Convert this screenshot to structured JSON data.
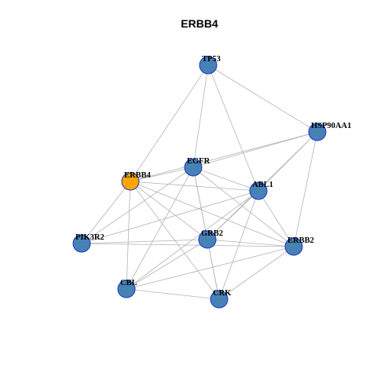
{
  "title": "ERBB4",
  "colors": {
    "node_default": "#4682b4",
    "node_highlight": "#ffa500",
    "node_border": "#1a35c8",
    "edge": "#b3b3b3"
  },
  "nodes": [
    {
      "id": "TP53",
      "label": "TP53",
      "highlight": false
    },
    {
      "id": "HSP90AA1",
      "label": "HSP90AA1",
      "highlight": false
    },
    {
      "id": "EGFR",
      "label": "EGFR",
      "highlight": false
    },
    {
      "id": "ERBB4",
      "label": "ERBB4",
      "highlight": true
    },
    {
      "id": "ABL1",
      "label": "ABL1",
      "highlight": false
    },
    {
      "id": "PIK3R2",
      "label": "PIK3R2",
      "highlight": false
    },
    {
      "id": "GRB2",
      "label": "GRB2",
      "highlight": false
    },
    {
      "id": "ERBB2",
      "label": "ERBB2",
      "highlight": false
    },
    {
      "id": "CBL",
      "label": "CBL",
      "highlight": false
    },
    {
      "id": "CRK",
      "label": "CRK",
      "highlight": false
    }
  ],
  "edges": [
    [
      "TP53",
      "HSP90AA1"
    ],
    [
      "TP53",
      "EGFR"
    ],
    [
      "TP53",
      "ERBB4"
    ],
    [
      "TP53",
      "ABL1"
    ],
    [
      "HSP90AA1",
      "EGFR"
    ],
    [
      "HSP90AA1",
      "ERBB4"
    ],
    [
      "HSP90AA1",
      "ABL1"
    ],
    [
      "HSP90AA1",
      "GRB2"
    ],
    [
      "HSP90AA1",
      "ERBB2"
    ],
    [
      "EGFR",
      "ERBB4"
    ],
    [
      "EGFR",
      "ABL1"
    ],
    [
      "EGFR",
      "PIK3R2"
    ],
    [
      "EGFR",
      "GRB2"
    ],
    [
      "EGFR",
      "ERBB2"
    ],
    [
      "EGFR",
      "CBL"
    ],
    [
      "EGFR",
      "CRK"
    ],
    [
      "ERBB4",
      "ABL1"
    ],
    [
      "ERBB4",
      "PIK3R2"
    ],
    [
      "ERBB4",
      "GRB2"
    ],
    [
      "ERBB4",
      "ERBB2"
    ],
    [
      "ERBB4",
      "CBL"
    ],
    [
      "ERBB4",
      "CRK"
    ],
    [
      "ABL1",
      "PIK3R2"
    ],
    [
      "ABL1",
      "GRB2"
    ],
    [
      "ABL1",
      "ERBB2"
    ],
    [
      "ABL1",
      "CBL"
    ],
    [
      "ABL1",
      "CRK"
    ],
    [
      "PIK3R2",
      "GRB2"
    ],
    [
      "PIK3R2",
      "ERBB2"
    ],
    [
      "GRB2",
      "ERBB2"
    ],
    [
      "GRB2",
      "CBL"
    ],
    [
      "GRB2",
      "CRK"
    ],
    [
      "ERBB2",
      "CBL"
    ],
    [
      "ERBB2",
      "CRK"
    ],
    [
      "CBL",
      "CRK"
    ]
  ]
}
